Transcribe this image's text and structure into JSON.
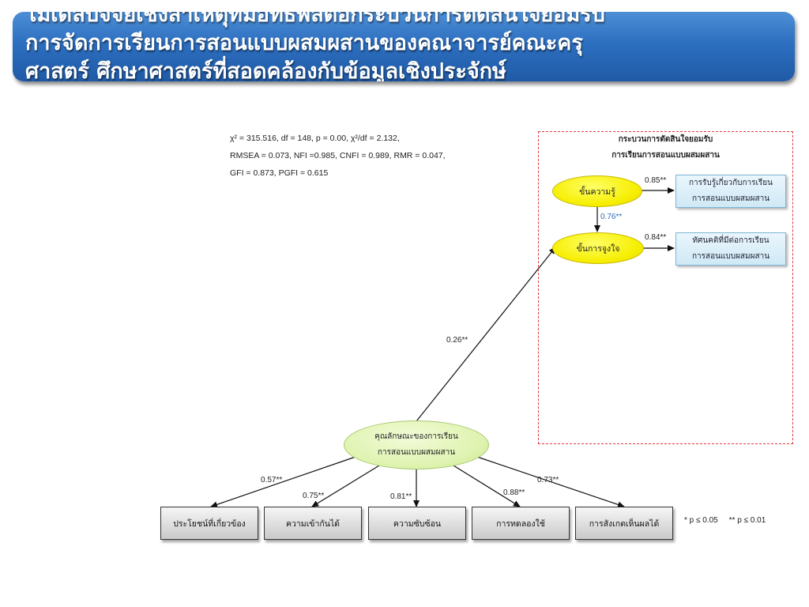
{
  "title": {
    "lines": [
      "โมเดลปัจจัยเชิงสาเหตุที่มีอิทธิพลต่อกระบวนการตัดสินใจยอมรับ",
      "การจัดการเรียนการสอนแบบผสมผสานของคณาจารย์คณะครุ",
      "ศาสตร์ ศึกษาศาสตร์ที่สอดคล้องกับข้อมูลเชิงประจักษ์"
    ]
  },
  "fit_stats": {
    "line1": "χ² = 315.516, df = 148, p = 0.00, χ²/df = 2.132,",
    "line2": "RMSEA = 0.073, NFI =0.985, CNFI = 0.989, RMR = 0.047,",
    "line3": "GFI = 0.873, PGFI = 0.615"
  },
  "decision_box": {
    "title_line1": "กระบวนการตัดสินใจยอมรับ",
    "title_line2": "การเรียนการสอนแบบผสมผสาน",
    "knowledge": "ขั้นความรู้",
    "persuasion": "ขั้นการจูงใจ",
    "indicator1_line1": "การรับรู้เกี่ยวกับการเรียน",
    "indicator1_line2": "การสอนแบบผสมผสาน",
    "indicator2_line1": "ทัศนคติที่มีต่อการเรียน",
    "indicator2_line2": "การสอนแบบผสมผสาน",
    "coef_k_ind1": "0.85**",
    "coef_k_p": "0.76**",
    "coef_p_ind2": "0.84**"
  },
  "characteristics": {
    "line1": "คุณลักษณะของการเรียน",
    "line2": "การสอนแบบผสมผสาน",
    "coef_to_persuasion": "0.26**",
    "indicators": [
      {
        "label": "ประโยชน์ที่เกี่ยวข้อง",
        "coef": "0.57**"
      },
      {
        "label": "ความเข้ากันได้",
        "coef": "0.75**"
      },
      {
        "label": "ความซับซ้อน",
        "coef": "0.81**"
      },
      {
        "label": "การทดลองใช้",
        "coef": "0.88**"
      },
      {
        "label": "การสังเกตเห็นผลได้",
        "coef": "0.73**"
      }
    ]
  },
  "significance_note": "* p ≤ 0.05     ** p ≤ 0.01",
  "colors": {
    "title_bar": "#2d6fc0",
    "dashed_border": "#e0363c",
    "yellow_node": "#f6ee00",
    "green_node": "#dff3b0",
    "blue_rect": "#cfe9f6",
    "blue_coef": "#2a6fb8"
  }
}
